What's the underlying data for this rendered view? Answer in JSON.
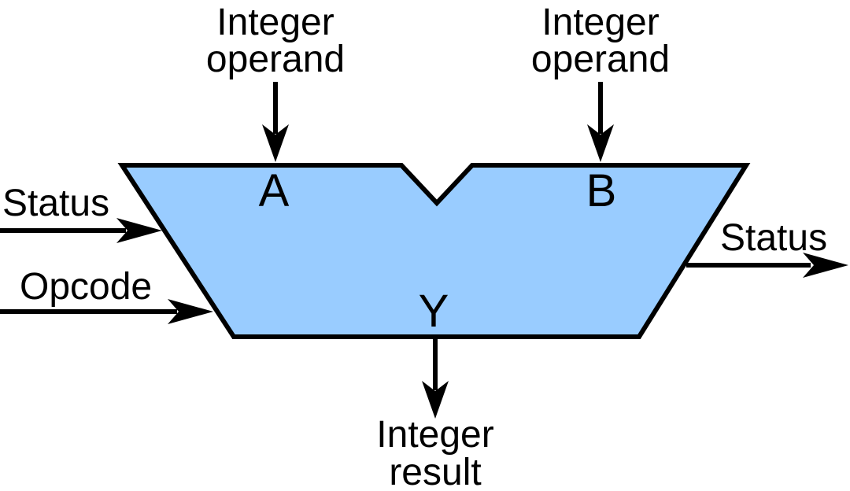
{
  "diagram": {
    "type": "alu-block-diagram",
    "body_fill": "#99ccff",
    "outline_color": "#000000",
    "text_color": "#000000",
    "background_color": "#ffffff",
    "ports": {
      "operand_a": {
        "annotation_line1": "Integer",
        "annotation_line2": "operand",
        "pin_label": "A",
        "direction": "input"
      },
      "operand_b": {
        "annotation_line1": "Integer",
        "annotation_line2": "operand",
        "pin_label": "B",
        "direction": "input"
      },
      "status_in": {
        "label": "Status",
        "direction": "input"
      },
      "opcode_in": {
        "label": "Opcode",
        "direction": "input"
      },
      "status_out": {
        "label": "Status",
        "direction": "output"
      },
      "result": {
        "annotation_line1": "Integer",
        "annotation_line2": "result",
        "pin_label": "Y",
        "direction": "output"
      }
    }
  }
}
